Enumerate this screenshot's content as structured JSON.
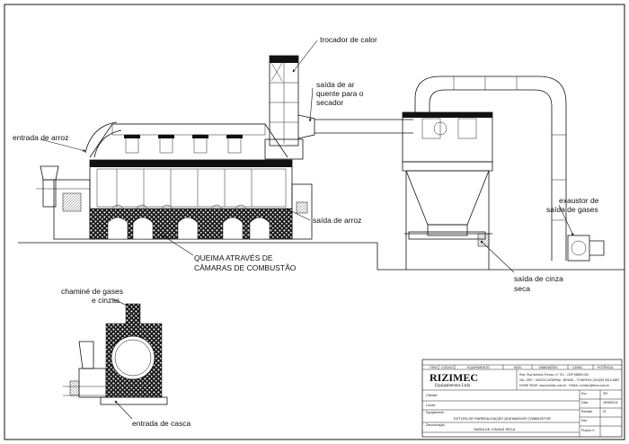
{
  "labels": {
    "heat_exchanger": "trocador de calor",
    "hot_air_out_1": "saída de ar",
    "hot_air_out_2": "quente para o",
    "hot_air_out_3": "secador",
    "rice_in": "entrada de arroz",
    "rice_out": "saída de arroz",
    "burn_1": "QUEIMA ATRAVÉS DE",
    "burn_2": "CÂMARAS DE COMBUSTÃO",
    "exhauster_1": "exaustor de",
    "exhauster_2": "saída de gases",
    "ash_out_1": "saída de cinza",
    "ash_out_2": "seca",
    "chimney_1": "chaminé de gases",
    "chimney_2": "e cinzas",
    "husk_in": "entrada de casca"
  },
  "title_block": {
    "columns": [
      "ITEM",
      "CÓDIGO",
      "EQUIPAMENTO",
      "MOD.",
      "DIMENSÕES",
      "CAPAC.",
      "POTÊNCIA"
    ],
    "company_main": "RIZIMEC",
    "company_sub": "Equipamentos Ltda",
    "address_1": "Rod. Rua Antônio Treviso, nº 701 - CEP 98800-000",
    "address_2": "VAL ORO - SANTA CATARINA - BRASIL - FONE/FAX (0XX)55 3513-5587",
    "address_3": "HOME PAGE: www.rizimec.com.br - EMAIL: rizimec@terra.com.br",
    "client_label": "Cliente:",
    "location_label": "Local:",
    "equipment_label": "Equipamento",
    "equipment_value": "ESTUFA DE PARBOILIZAÇÃO QUEIMADOR COMBUSTOR",
    "denomination_label": "Denominação",
    "denomination_value": "SAÍDA DE CINZAS SECA",
    "right_fields": [
      "Esc.",
      "Data",
      "Revisão",
      "Des.",
      "Projeto nº"
    ],
    "right_values": [
      "S/E",
      "28/05/2011",
      "01",
      "",
      ""
    ]
  }
}
